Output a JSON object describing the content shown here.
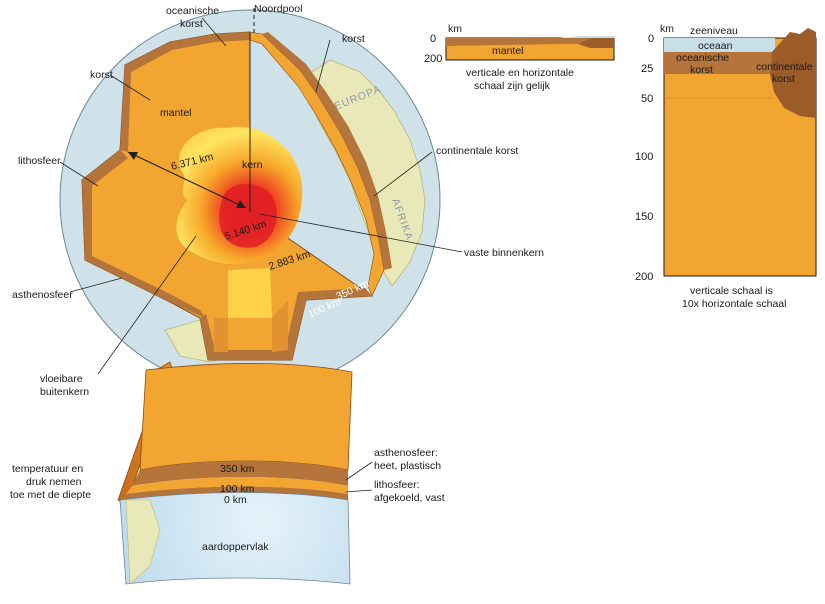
{
  "globe": {
    "labels": {
      "oceanic_crust": "oceanische",
      "oceanic_crust_2": "korst",
      "north_pole": "Noordpool",
      "crust_right": "korst",
      "crust_left": "korst",
      "mantle": "mantel",
      "europe": "EUROPA",
      "lithosphere": "lithosfeer",
      "radius": "6.371 km",
      "core": "kern",
      "continental_crust": "continentale korst",
      "africa": "AFRIKA",
      "inner_depth": "5.140 km",
      "outer_depth": "2.883 km",
      "inner_core": "vaste binnenkern",
      "asthenosphere": "asthenosfeer",
      "depth_350": "350 km",
      "depth_100": "100 km",
      "liquid_outer_core": "vloeibare",
      "liquid_outer_core_2": "buitenkern"
    }
  },
  "section": {
    "labels": {
      "temp_pressure": [
        "temperatuur en",
        "druk nemen",
        "toe met de diepte"
      ],
      "d350": "350 km",
      "d100": "100 km",
      "d0": "0 km",
      "surface": "aardoppervlak",
      "astheno": [
        "asthenosfeer:",
        "heet, plastisch"
      ],
      "litho": [
        "lithosfeer:",
        "afgekoeld, vast"
      ]
    }
  },
  "profile_small": {
    "unit": "km",
    "ticks": [
      "0",
      "200"
    ],
    "mantle": "mantel",
    "caption": [
      "verticale en horizontale",
      "schaal zijn gelijk"
    ]
  },
  "profile_large": {
    "unit": "km",
    "ticks": [
      "0",
      "25",
      "50",
      "100",
      "150",
      "200"
    ],
    "sea_level": "zeeniveau",
    "ocean": "oceaan",
    "oceanic_crust": [
      "oceanische",
      "korst"
    ],
    "continental_crust": [
      "continentale",
      "korst"
    ],
    "caption": [
      "verticale schaal is",
      "10x horizontale schaal"
    ]
  },
  "colors": {
    "mantle": "#f2a531",
    "crust": "#b5743a",
    "ocean": "#c9dfe8",
    "land": "#e8e7b8",
    "core_red": "#e8242a",
    "core_yellow": "#ffe35a"
  }
}
